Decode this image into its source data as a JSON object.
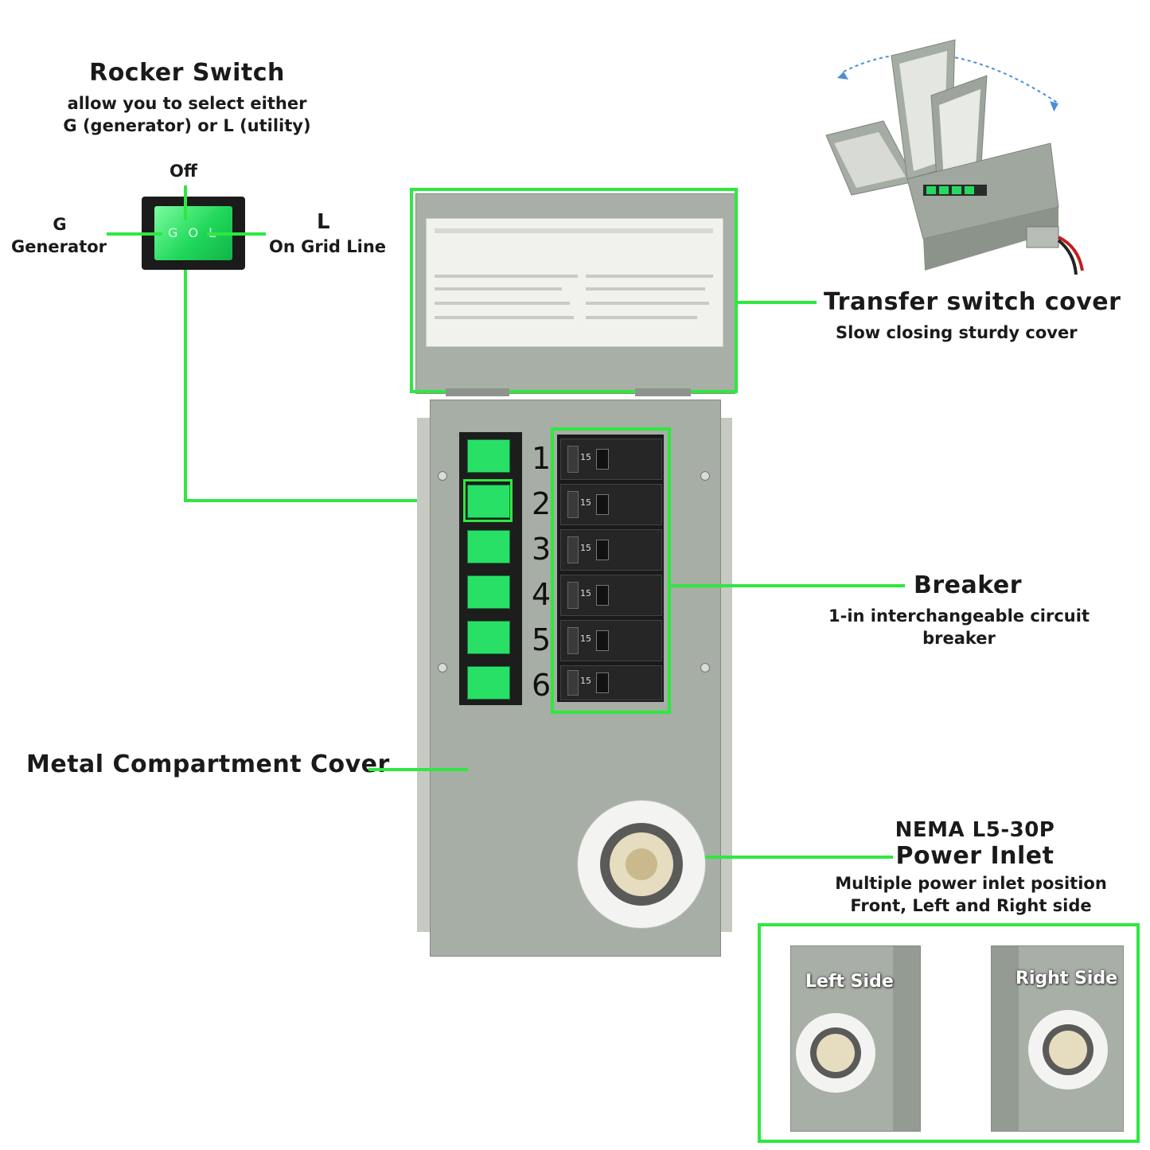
{
  "rocker": {
    "title": "Rocker Switch",
    "desc_line1": "allow you to select either",
    "desc_line2": "G (generator) or L (utility)",
    "off_label": "Off",
    "g_letter": "G",
    "g_name": "Generator",
    "l_letter": "L",
    "l_name": "On Grid Line",
    "switch_text": "G O L"
  },
  "cover": {
    "title": "Transfer switch cover",
    "desc": "Slow closing sturdy cover"
  },
  "breaker": {
    "title": "Breaker",
    "desc_line1": "1-in interchangeable circuit",
    "desc_line2": "breaker",
    "rating": "15"
  },
  "compartment": {
    "title": "Metal Compartment Cover"
  },
  "inlet": {
    "model": "NEMA L5-30P",
    "title": "Power Inlet",
    "desc_line1": "Multiple power inlet position",
    "desc_line2": "Front, Left and Right side",
    "left_label": "Left Side",
    "right_label": "Right Side"
  },
  "circuits": [
    "1",
    "2",
    "3",
    "4",
    "5",
    "6"
  ],
  "colors": {
    "accent": "#2ee83f",
    "switch_green": "#29e067",
    "panel_gray": "#a4aba2"
  }
}
